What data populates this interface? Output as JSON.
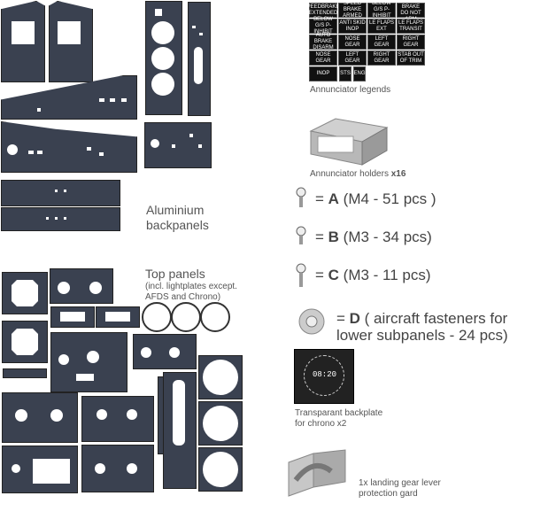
{
  "annunciators": [
    [
      "SPEEDBRAKES EXTENDED",
      "SPEED BRAKE ARMED",
      "BELOW G/S P-INHIBIT",
      "SPEED BRAKE DO NOT ARM"
    ],
    [
      "BELOW G/S P-INHIBIT",
      "ANTI SKID INOP",
      "LE FLAPS EXT",
      "LE FLAPS TRANSIT"
    ],
    [
      "AUTO BRAKE DISARM",
      "NOSE GEAR",
      "LEFT GEAR",
      "RIGHT GEAR"
    ],
    [
      "NOSE GEAR",
      "LEFT GEAR",
      "RIGHT GEAR",
      "STAB OUT OF TRIM"
    ],
    [
      "INOP",
      "STS",
      "ENG"
    ]
  ],
  "labels": {
    "annunciator_legends": "Annunciator legends",
    "annunciator_holders": "Annunciator holders",
    "annunciator_holders_count": "x16",
    "aluminium_backpanels": "Aluminium backpanels",
    "top_panels": "Top panels",
    "top_panels_note": "(incl. lightplates except. AFDS and Chrono)",
    "transparent_backplate": "Transparant backplate for chrono x2",
    "gear_guard": "1x landing gear lever protection gard",
    "chrono_time": "08:20"
  },
  "fasteners": [
    {
      "letter": "A",
      "desc": "(M4 - 51 pcs )"
    },
    {
      "letter": "B",
      "desc": "(M3 - 34 pcs)"
    },
    {
      "letter": "C",
      "desc": "(M3 - 11 pcs)"
    },
    {
      "letter": "D",
      "desc": "( aircraft fasteners for lower subpanels - 24 pcs)"
    }
  ]
}
